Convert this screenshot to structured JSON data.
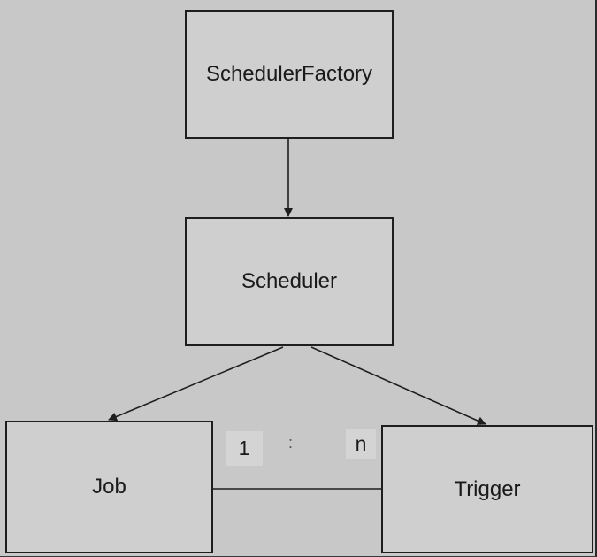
{
  "diagram": {
    "nodes": {
      "scheduler_factory": "SchedulerFactory",
      "scheduler": "Scheduler",
      "job": "Job",
      "trigger": "Trigger"
    },
    "relationship": {
      "left_multiplicity": "1",
      "separator": ":",
      "right_multiplicity": "n"
    },
    "edges": [
      {
        "from": "SchedulerFactory",
        "to": "Scheduler",
        "type": "arrow"
      },
      {
        "from": "Scheduler",
        "to": "Job",
        "type": "arrow"
      },
      {
        "from": "Scheduler",
        "to": "Trigger",
        "type": "arrow"
      },
      {
        "from": "Job",
        "to": "Trigger",
        "type": "association"
      }
    ],
    "colors": {
      "background": "#c8c8c8",
      "box_fill": "#cfcfd0",
      "line": "#1e1e1e"
    }
  }
}
